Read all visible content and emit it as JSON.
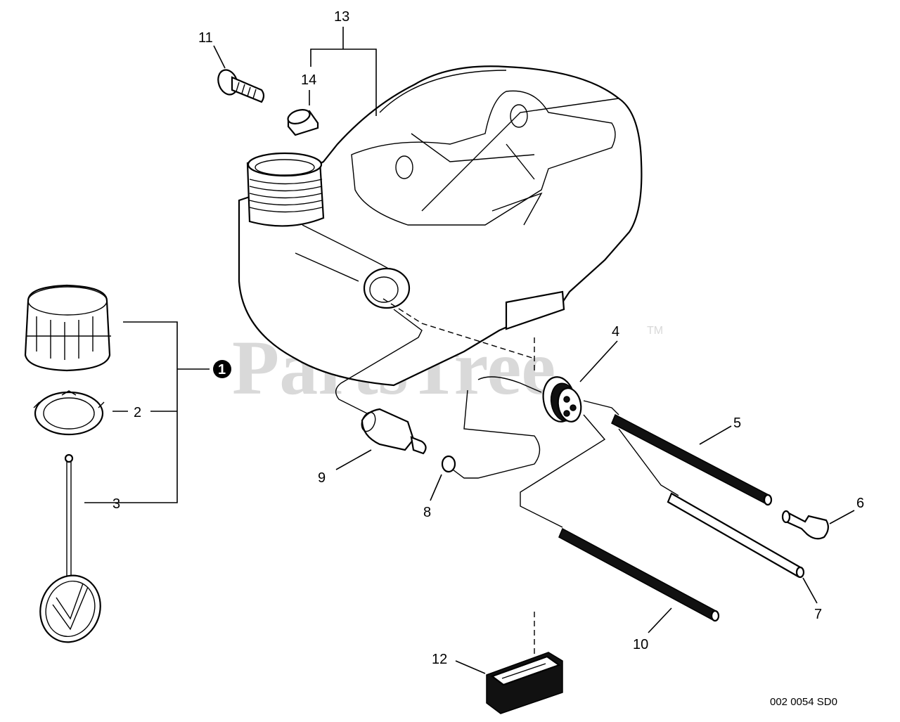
{
  "watermark": {
    "brand": "PartsTree",
    "trademark": "TM"
  },
  "diagram_code": "002 0054 SD0",
  "callouts": {
    "c1": "1",
    "c2": "2",
    "c3": "3",
    "c4": "4",
    "c5": "5",
    "c6": "6",
    "c7": "7",
    "c8": "8",
    "c9": "9",
    "c10": "10",
    "c11": "11",
    "c12": "12",
    "c13": "13",
    "c14": "14"
  },
  "colors": {
    "line": "#000000",
    "watermark": "#d9d9d9",
    "background": "#ffffff"
  }
}
